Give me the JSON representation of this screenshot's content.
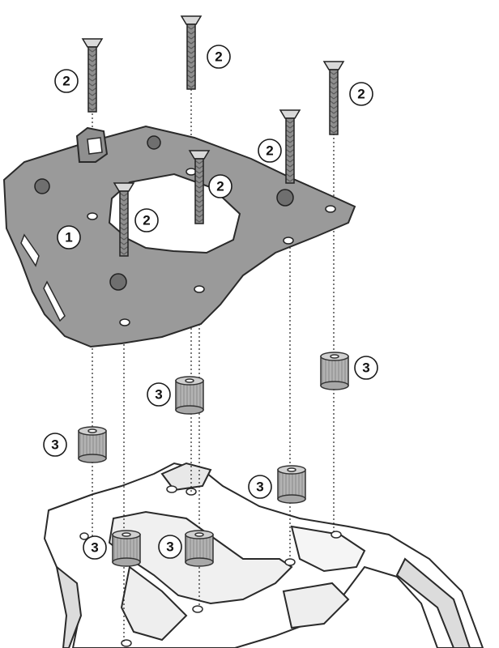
{
  "diagram": {
    "callouts": [
      {
        "id": "c1",
        "label": "1"
      },
      {
        "id": "c2a",
        "label": "2"
      },
      {
        "id": "c2b",
        "label": "2"
      },
      {
        "id": "c2c",
        "label": "2"
      },
      {
        "id": "c2d",
        "label": "2"
      },
      {
        "id": "c2e",
        "label": "2"
      },
      {
        "id": "c2f",
        "label": "2"
      },
      {
        "id": "c3a",
        "label": "3"
      },
      {
        "id": "c3b",
        "label": "3"
      },
      {
        "id": "c3c",
        "label": "3"
      },
      {
        "id": "c3d",
        "label": "3"
      },
      {
        "id": "c3e",
        "label": "3"
      },
      {
        "id": "c3f",
        "label": "3"
      }
    ],
    "colors": {
      "plate": "#9a9a9a",
      "plate_stroke": "#2a2a2a",
      "rack": "#ffffff",
      "spacer": "#b5b5b5",
      "screw": "#8c8c8c"
    }
  }
}
